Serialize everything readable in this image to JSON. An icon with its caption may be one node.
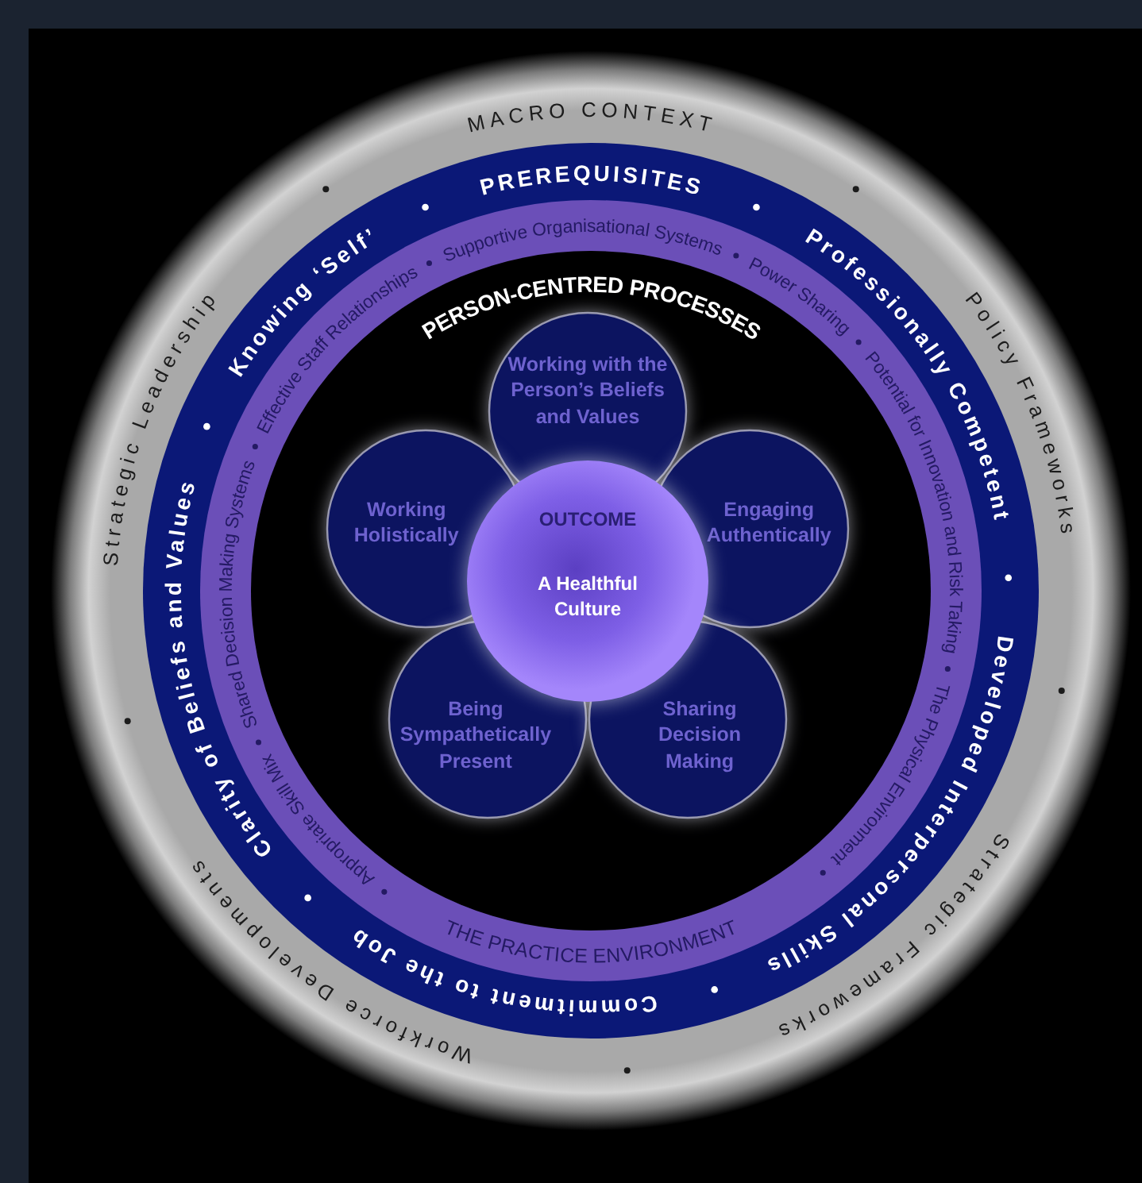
{
  "diagram": {
    "nodes": [
      {
        "text": [
          "Working with the Person’s Beliefs and Values"
        ]
      },
      {
        "text": [
          "Working Holistically"
        ]
      },
      {
        "text": [
          "Engaging Authentically"
        ]
      },
      {
        "text": [
          "Being Sympathetically Present"
        ]
      },
      {
        "text": [
          "Sharing Decision Making"
        ]
      },
      {
        "text": [
          "OUTCOME",
          "A Healthful Culture"
        ]
      }
    ],
    "labels": [
      "MACRO CONTEXT",
      "Policy Frameworks",
      "Strategic Frameworks",
      "Workforce Developments",
      "Strategic Leadership",
      "PREREQUISITES",
      "Professionally Competent",
      "Developed Interpersonal Skills",
      "Commitment to the Job",
      "Clarity of Beliefs and Values",
      "Knowing ‘Self’",
      "Appropriate Skill Mix",
      "Shared Decision Making Systems",
      "Effective Staff Relationships",
      "Supportive Organisational Systems",
      "Power Sharing",
      "Potential for Innovation and Risk Taking",
      "The Physical Environment",
      "THE PRACTICE ENVIRONMENT",
      "PERSON-CENTRED PROCESSES"
    ]
  }
}
